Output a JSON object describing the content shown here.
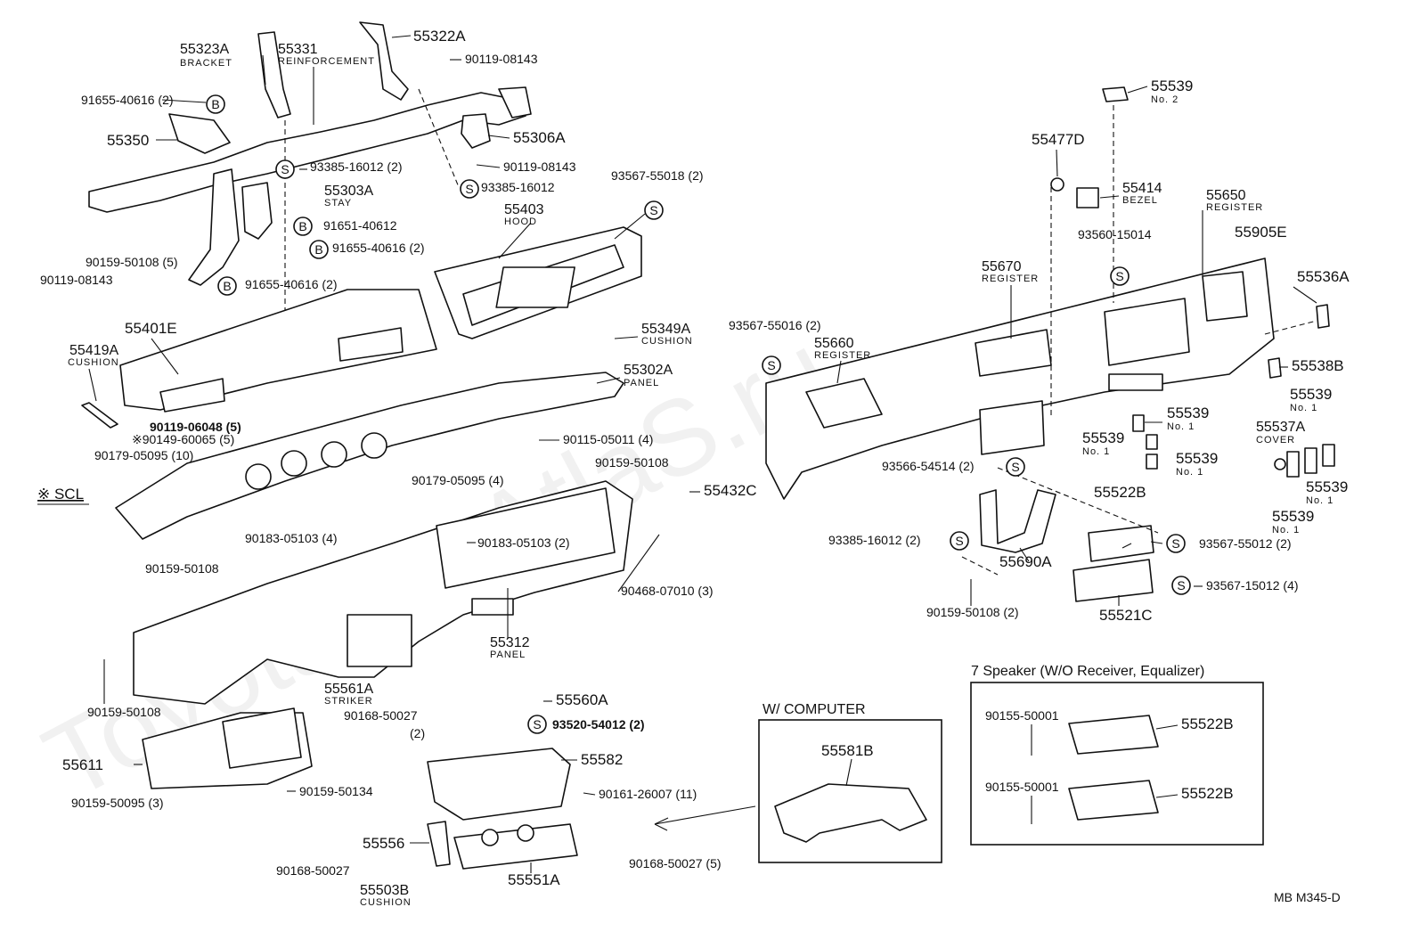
{
  "watermark": "ToyotaCarAtlaS.ru",
  "labels": {
    "p55323A": "55323A",
    "p55323A_sub": "BRACKET",
    "p55331": "55331",
    "p55331_sub": "REINFORCEMENT",
    "p55322A": "55322A",
    "p90119_08143_a": "90119-08143",
    "p91655_40616_a": "91655-40616 (2)",
    "p55350": "55350",
    "p55306A": "55306A",
    "p93385_16012_a": "93385-16012 (2)",
    "p90119_08143_b": "90119-08143",
    "p55303A": "55303A",
    "p55303A_sub": "STAY",
    "p93385_16012_b": "93385-16012",
    "p91651_40612": "91651-40612",
    "p91655_40616_b": "91655-40616 (2)",
    "p91655_40616_c": "91655-40616 (2)",
    "p90159_50108_a": "90159-50108 (5)",
    "p90119_08143_c": "90119-08143",
    "p93567_55018": "93567-55018 (2)",
    "p55403": "55403",
    "p55403_sub": "HOOD",
    "p55401E": "55401E",
    "p55419A": "55419A",
    "p55419A_sub": "CUSHION",
    "p55349A": "55349A",
    "p55349A_sub": "CUSHION",
    "p55302A": "55302A",
    "p55302A_sub": "PANEL",
    "p90119_06048": "90119-06048 (5)",
    "p90149_60065": "※90149-60065 (5)",
    "p90179_05095_a": "90179-05095 (10)",
    "scl": "※ SCL",
    "p90115_05011": "90115-05011 (4)",
    "p90159_50108_b": "90159-50108",
    "p90179_05095_b": "90179-05095 (4)",
    "p55432C": "55432C",
    "p90183_05103_a": "90183-05103 (4)",
    "p90183_05103_b": "90183-05103 (2)",
    "p90159_50108_c": "90159-50108",
    "p90468_07010": "90468-07010 (3)",
    "p55312": "55312",
    "p55312_sub": "PANEL",
    "p90159_50108_d": "90159-50108",
    "p55561A": "55561A",
    "p55561A_sub": "STRIKER",
    "p55560A": "55560A",
    "p90168_50027_a": "90168-50027",
    "p90168_50027_a2": "(2)",
    "p93520_54012": "93520-54012 (2)",
    "p55611": "55611",
    "p55582": "55582",
    "p90159_50095": "90159-50095 (3)",
    "p90159_50134": "90159-50134",
    "p90161_26007": "90161-26007 (11)",
    "p55556": "55556",
    "p90168_50027_b": "90168-50027",
    "p55551A": "55551A",
    "p90168_50027_c": "90168-50027 (5)",
    "p55503B": "55503B",
    "p55503B_sub": "CUSHION",
    "p55539_no2": "55539",
    "p55539_no2_sub": "No. 2",
    "p55477D": "55477D",
    "p55414": "55414",
    "p55414_sub": "BEZEL",
    "p55650": "55650",
    "p55650_sub": "REGISTER",
    "p55905E": "55905E",
    "p93560_15014": "93560-15014",
    "p55670": "55670",
    "p55670_sub": "REGISTER",
    "p55536A": "55536A",
    "p93567_55016": "93567-55016 (2)",
    "p55660": "55660",
    "p55660_sub": "REGISTER",
    "p55538B": "55538B",
    "p55539_a": "55539",
    "p55539_a_sub": "No. 1",
    "p55539_b": "55539",
    "p55539_b_sub": "No. 1",
    "p55539_c": "55539",
    "p55539_c_sub": "No. 1",
    "p55539_d": "55539",
    "p55539_d_sub": "No. 1",
    "p55539_e": "55539",
    "p55539_e_sub": "No. 1",
    "p55539_f": "55539",
    "p55539_f_sub": "No. 1",
    "p55537A": "55537A",
    "p55537A_sub": "COVER",
    "p93566_54514": "93566-54514 (2)",
    "p55522B_a": "55522B",
    "p93385_16012_c": "93385-16012 (2)",
    "p55690A": "55690A",
    "p93567_55012": "93567-55012 (2)",
    "p93567_15012": "93567-15012 (4)",
    "p90159_50108_e": "90159-50108 (2)",
    "p55521C": "55521C",
    "p55581B": "55581B",
    "p90155_50001_a": "90155-50001",
    "p55522B_b": "55522B",
    "p90155_50001_b": "90155-50001",
    "p55522B_c": "55522B",
    "footer_code": "MB  M345-D"
  },
  "boxes": {
    "computer_title": "W/ COMPUTER",
    "speaker_title": "7 Speaker (W/O Receiver, Equalizer)"
  },
  "symbols": {
    "b": "B",
    "s": "S"
  }
}
